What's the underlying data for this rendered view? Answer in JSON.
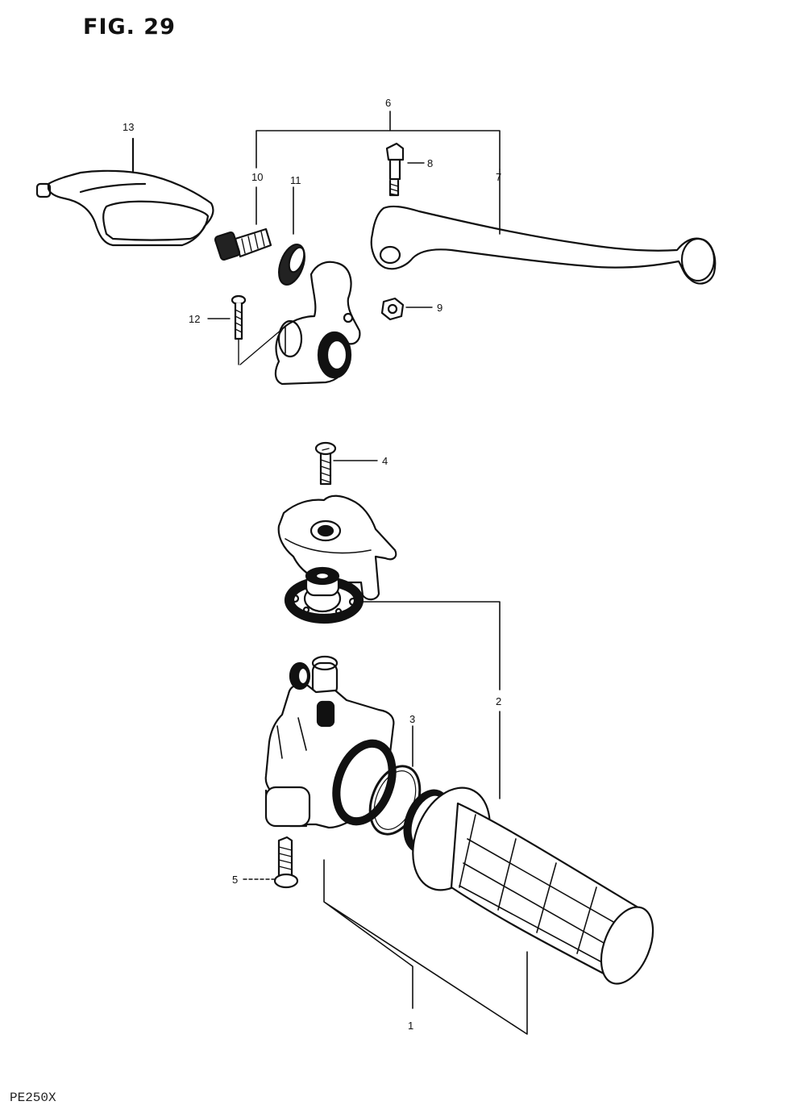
{
  "figure": {
    "title": "FIG. 29",
    "model": "PE250X"
  },
  "callouts": [
    {
      "id": "1",
      "label": "1"
    },
    {
      "id": "2",
      "label": "2"
    },
    {
      "id": "3",
      "label": "3"
    },
    {
      "id": "4",
      "label": "4"
    },
    {
      "id": "5",
      "label": "5"
    },
    {
      "id": "6",
      "label": "6"
    },
    {
      "id": "7",
      "label": "7"
    },
    {
      "id": "8",
      "label": "8"
    },
    {
      "id": "9",
      "label": "9"
    },
    {
      "id": "10",
      "label": "10"
    },
    {
      "id": "11",
      "label": "11"
    },
    {
      "id": "12",
      "label": "12"
    },
    {
      "id": "13",
      "label": "13"
    }
  ]
}
